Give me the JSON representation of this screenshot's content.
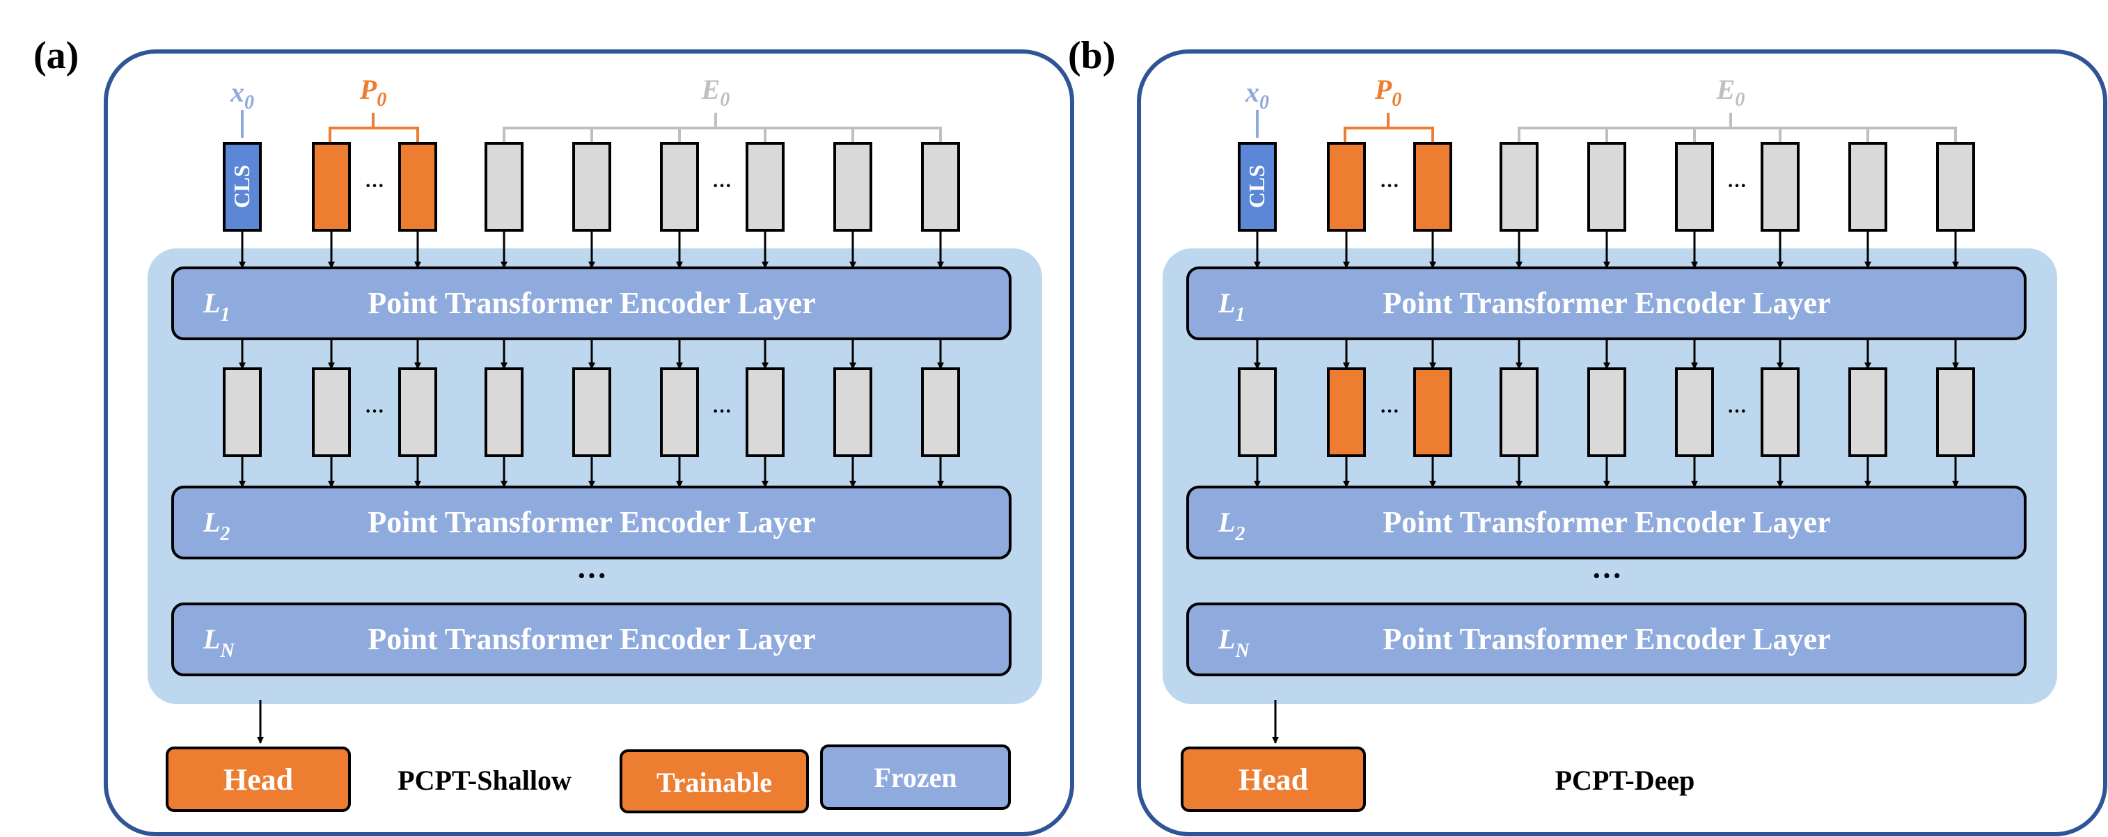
{
  "panels": [
    {
      "id": "a",
      "label": "(a)",
      "x0_label": "x",
      "x0_sub": "0",
      "p0_label": "P",
      "p0_sub": "0",
      "e0_label": "E",
      "e0_sub": "0",
      "cls_label": "CLS",
      "ellipsis": "···",
      "layer_ellipsis": "···",
      "layers": [
        {
          "l": "L",
          "sub": "1",
          "text": "Point Transformer Encoder Layer"
        },
        {
          "l": "L",
          "sub": "2",
          "text": "Point Transformer Encoder Layer"
        },
        {
          "l": "L",
          "sub": "N",
          "text": "Point Transformer Encoder Layer"
        }
      ],
      "middle_prompt_trainable": false,
      "head_label": "Head",
      "method_label": "PCPT-Shallow",
      "legend_trainable": "Trainable",
      "legend_frozen": "Frozen"
    },
    {
      "id": "b",
      "label": "(b)",
      "x0_label": "x",
      "x0_sub": "0",
      "p0_label": "P",
      "p0_sub": "0",
      "e0_label": "E",
      "e0_sub": "0",
      "cls_label": "CLS",
      "ellipsis": "···",
      "layer_ellipsis": "···",
      "layers": [
        {
          "l": "L",
          "sub": "1",
          "text": "Point Transformer Encoder Layer"
        },
        {
          "l": "L",
          "sub": "2",
          "text": "Point Transformer Encoder Layer"
        },
        {
          "l": "L",
          "sub": "N",
          "text": "Point Transformer Encoder Layer"
        }
      ],
      "middle_prompt_trainable": true,
      "head_label": "Head",
      "method_label": "PCPT-Deep"
    }
  ],
  "colors": {
    "trainable": "#ED7D31",
    "frozen": "#8FAADC",
    "cls": "#5B87D6",
    "token_gray": "#D9D9D9",
    "panel_border": "#2F5597",
    "encoder_bg": "#BDD7EE",
    "x0_text": "#8FAADC",
    "p0_text": "#ED7D31",
    "e0_text": "#BFBFBF"
  }
}
